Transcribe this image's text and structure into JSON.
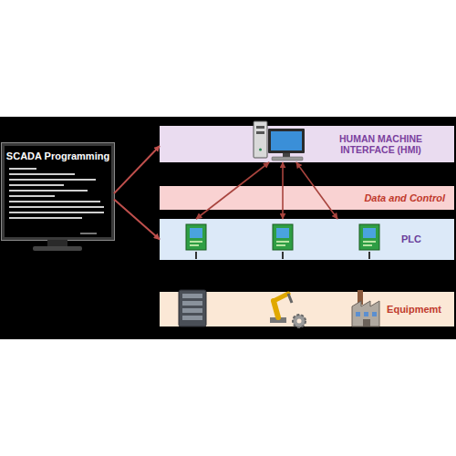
{
  "diagram": {
    "nodes": [
      {
        "text": [
          "SCADA Programming"
        ]
      },
      {
        "text": [
          "HUMAN MACHINE INTERFACE (HMI)"
        ]
      },
      {
        "text": [
          "Data and Control"
        ]
      },
      {
        "text": [
          "PLC"
        ]
      },
      {
        "text": [
          "Equipmemt"
        ]
      }
    ],
    "edges": [
      {
        "from": 0,
        "to": 1,
        "arrow": "to"
      },
      {
        "from": 0,
        "to": 3,
        "arrow": "to"
      },
      {
        "from": 1,
        "to": 3,
        "arrow": "both"
      },
      {
        "from": 1,
        "to": 3,
        "arrow": "both"
      },
      {
        "from": 1,
        "to": 3,
        "arrow": "both"
      }
    ]
  }
}
